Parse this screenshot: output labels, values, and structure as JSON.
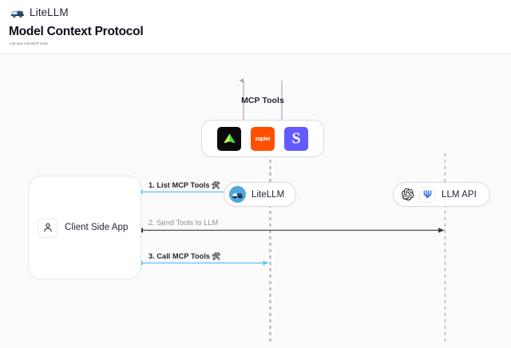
{
  "header": {
    "brand_name": "LiteLLM",
    "brand_logo_icon": "truck-icon",
    "page_title": "Model Context Protocol",
    "page_subtitle": "List and call MCP tools"
  },
  "canvas": {
    "mcp_group": {
      "label": "MCP Tools",
      "tools": [
        {
          "name": "linear",
          "icon": "linear-logo-icon",
          "glyph": "",
          "color": "#0b0b0b"
        },
        {
          "name": "zapier",
          "icon": "zapier-logo-icon",
          "glyph": "zapier",
          "color": "#ff4f00"
        },
        {
          "name": "stripe",
          "icon": "stripe-logo-icon",
          "glyph": "S",
          "color": "#635bff"
        }
      ]
    },
    "nodes": {
      "litellm": {
        "label": "LiteLLM",
        "icon": "litellm-truck-icon"
      },
      "llm_api": {
        "label": "LLM API",
        "icons": [
          "openai-logo-icon",
          "anthropic-logo-icon"
        ]
      },
      "client": {
        "label": "Client Side App",
        "icon": "user-icon"
      }
    },
    "steps": [
      {
        "id": "step-1",
        "text": "1. List MCP Tools",
        "emoji": "🛠",
        "color": "#5bc0f8",
        "direction": "both"
      },
      {
        "id": "step-2",
        "text": "2. Send Tools to LLM",
        "emoji": "",
        "color": "#4a4a4a",
        "direction": "left"
      },
      {
        "id": "step-3",
        "text": "3. Call MCP Tools",
        "emoji": "🛠",
        "color": "#5bc0f8",
        "direction": "both"
      }
    ],
    "colors": {
      "accent_blue": "#5bc0f8",
      "arrow_dark": "#4a4a4a",
      "lifeline": "#b9bbc0",
      "background": "#fbfbfb"
    }
  }
}
